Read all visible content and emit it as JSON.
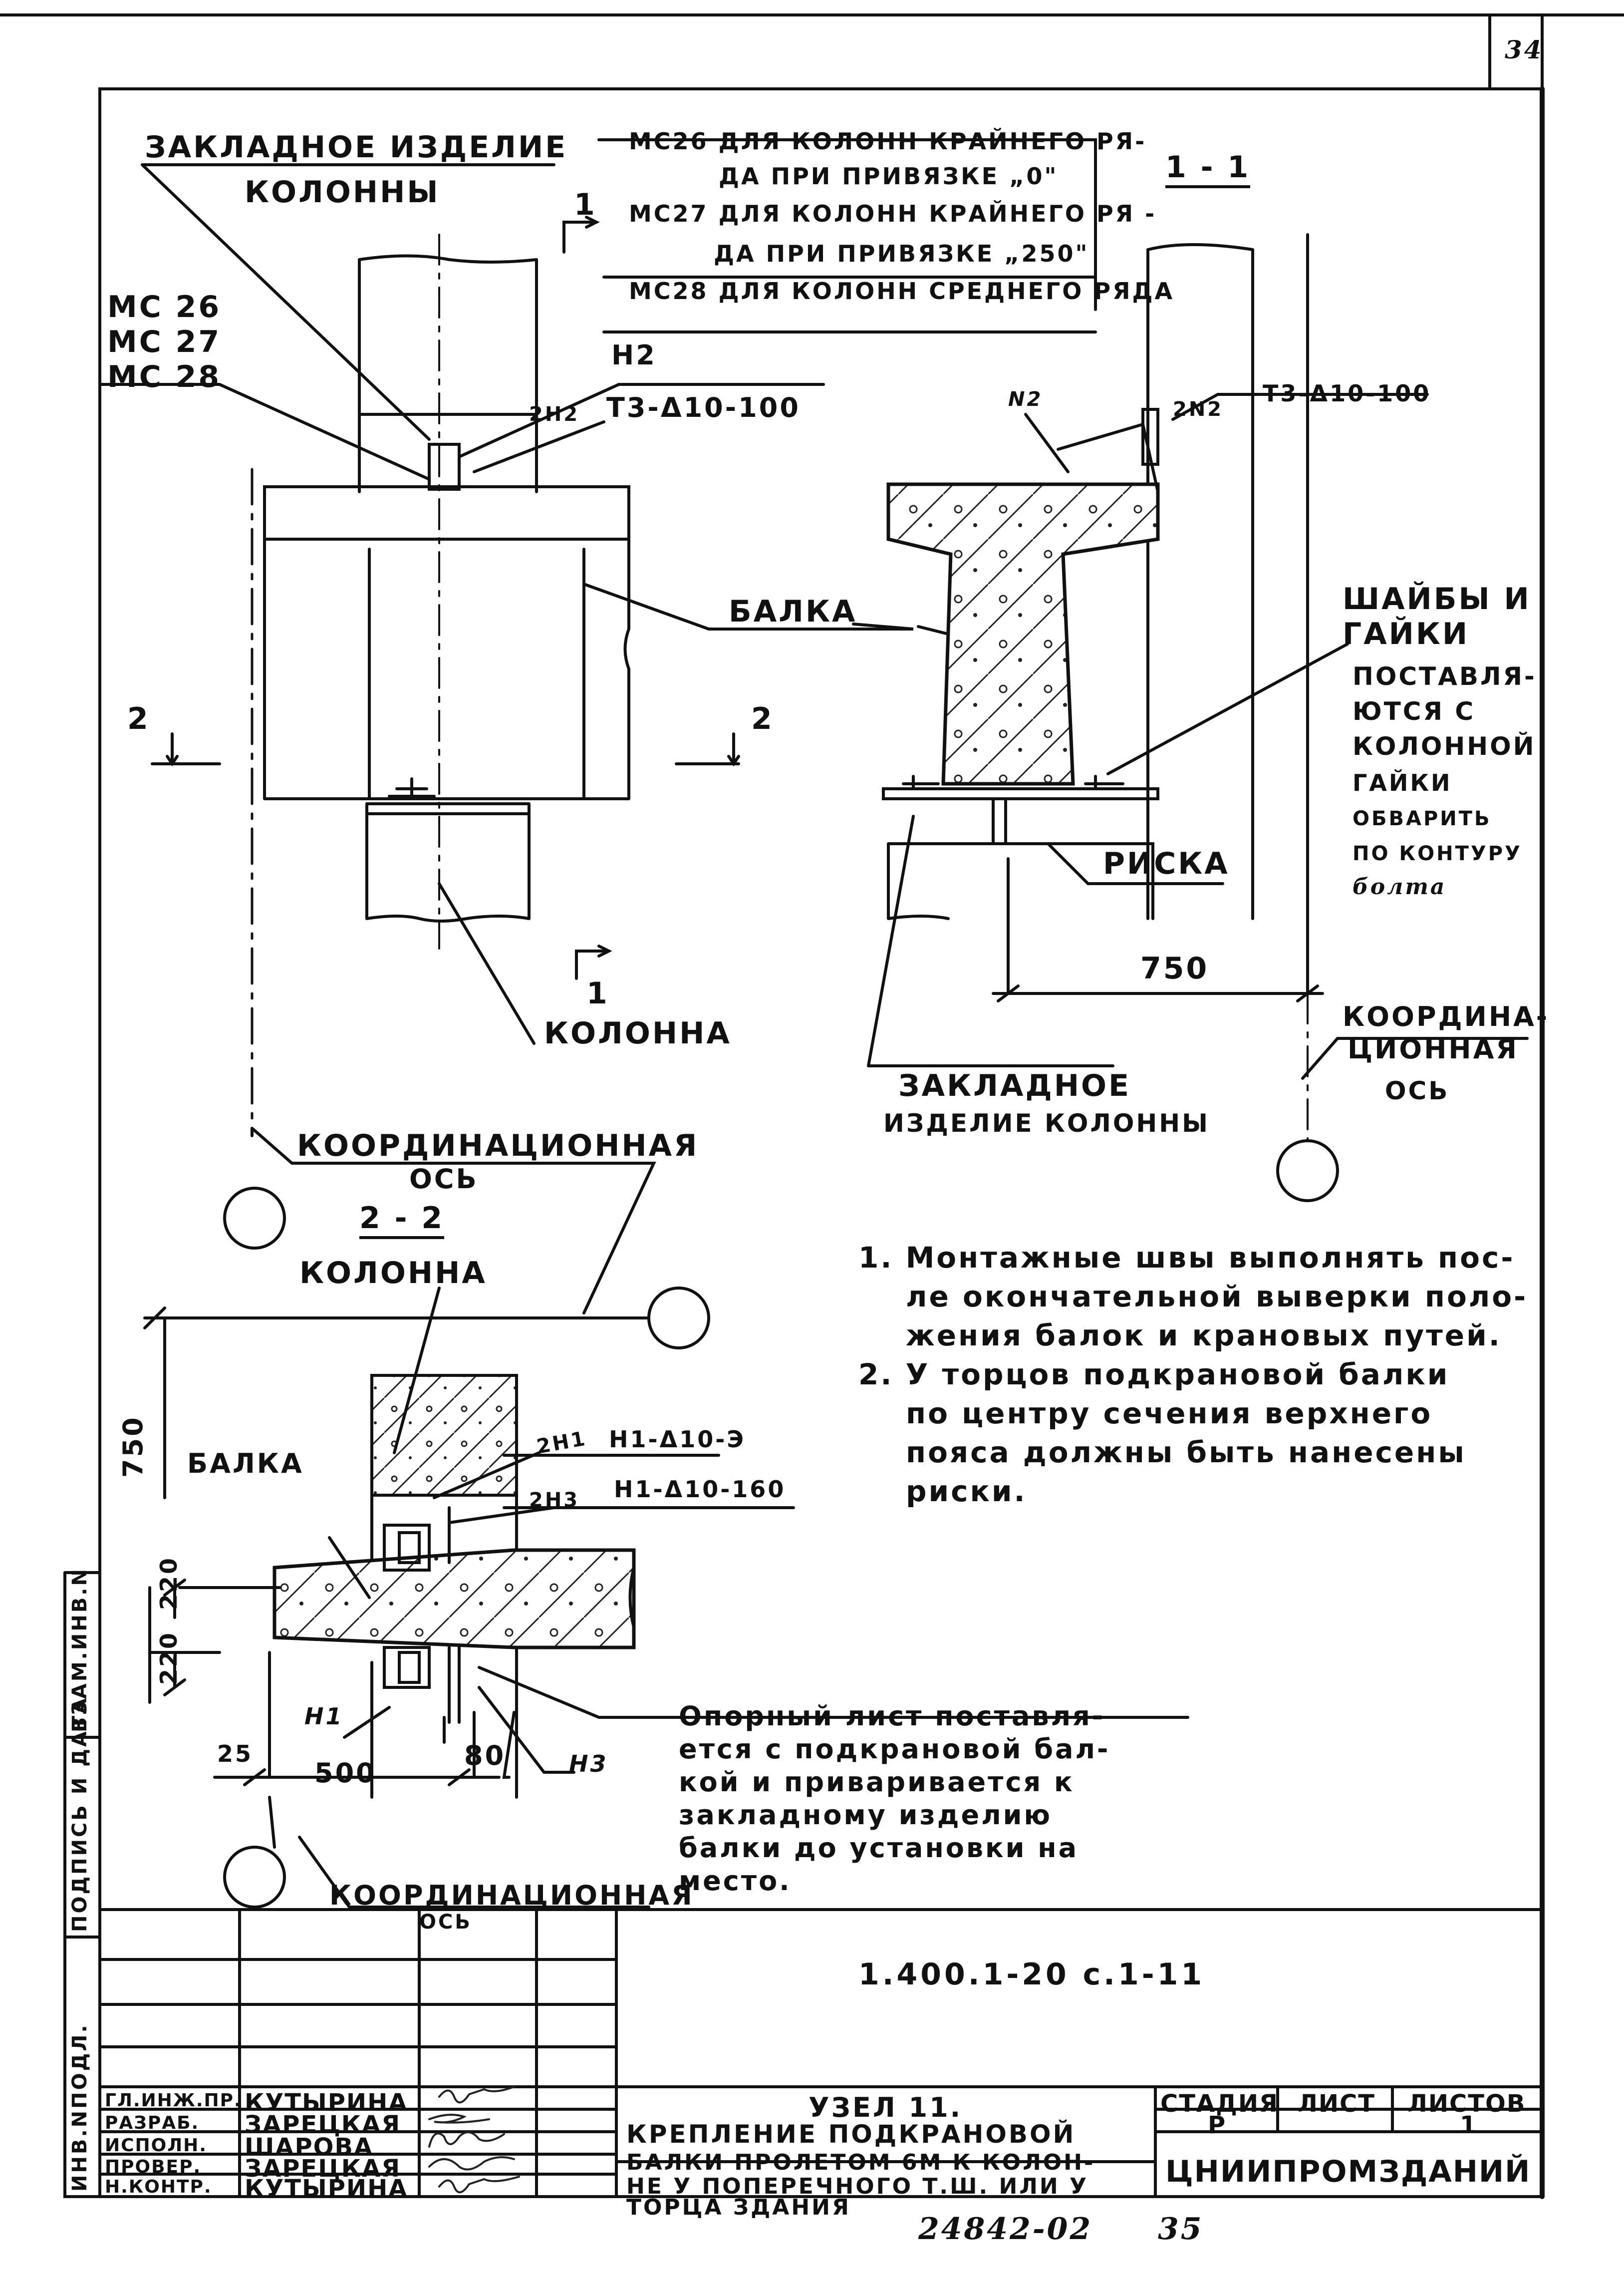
{
  "sheet_corner_number": "34",
  "bottom_stamp": {
    "number": "24842-02",
    "page": "35"
  },
  "elevation": {
    "embed_label_1": "Закладное изделие",
    "embed_label_2": "колонны",
    "mc_items": [
      "МС 26",
      "МС 27",
      "МС 28"
    ],
    "mc_notes": [
      "МС26 для колонн крайнего ря-",
      "да при привязке „0\"",
      "МС27 для колонн крайнего ря -",
      "да при привязке „250\"",
      "МС28 для колонн среднего ряда"
    ],
    "cut_1_top": "1",
    "cut_1_bottom": "1",
    "n2": "Н2",
    "weld": "2Н2",
    "weld_spec": "Т3-Δ10-100",
    "beam": "Балка",
    "column": "Колонна",
    "cut_2_left": "2",
    "cut_2_right": "2",
    "coord_axis_1": "Координационная",
    "coord_axis_2": "ось"
  },
  "section_1_1": {
    "title": "1 - 1",
    "n2": "N2",
    "weld": "2N2",
    "weld_spec": "Т3-Δ10-100",
    "washers": [
      "Шайбы и",
      "Гайки"
    ],
    "washers_note": [
      "поставля-",
      "ются с",
      "колонной",
      "гайки",
      "обварить",
      "по контуру"
    ],
    "washers_note_italic": "болта",
    "mark": "Риска",
    "dim": "750",
    "coord": [
      "Координа-",
      "ционная",
      "ось"
    ],
    "embed": [
      "Закладное",
      "изделие колонны"
    ]
  },
  "section_2_2": {
    "title": "2 - 2",
    "column": "Колонна",
    "beam": "Балка",
    "dim_750": "750",
    "dim_220a": "220",
    "dim_220b": "220",
    "dim_25": "25",
    "dim_500": "500",
    "dim_80": "80",
    "n1": "Н1",
    "n3": "Н3",
    "weld_a": "2Н1",
    "weld_a_spec": "Н1-Δ10-Э",
    "weld_b": "2Н3",
    "weld_b_spec": "Н1-Δ10-160",
    "coord_1": "Координационная",
    "coord_2": "ось",
    "support_note": [
      "Опорный лист поставля-",
      "ется с подкрановой бал-",
      "кой и приваривается к",
      "закладному изделию",
      "балки до установки на",
      "место."
    ]
  },
  "notes": [
    "1.  Монтажные швы выполнять пос-",
    "ле окончательной выверки поло-",
    "жения балок и крановых путей.",
    "2. У торцов подкрановой балки",
    "по центру сечения верхнего",
    "пояса должны быть нанесены",
    "риски."
  ],
  "side_strip": [
    "Инв.Nподл.",
    "Подпись и дата",
    "Взам.инв.N"
  ],
  "title_block": {
    "doc_code": "1.400.1-20 с.1-11",
    "roles": [
      {
        "role": "Гл.инж.пр.",
        "name": "Кутырина"
      },
      {
        "role": "Разраб.",
        "name": "Зарецкая"
      },
      {
        "role": "Исполн.",
        "name": "Шарова"
      },
      {
        "role": "Провер.",
        "name": "Зарецкая"
      },
      {
        "role": "Н.контр.",
        "name": "Кутырина"
      }
    ],
    "title_lines": [
      "Узел 11.",
      "Крепление подкрановой",
      "балки пролетом 6м к колон-",
      "не у поперечного т.ш. или у",
      "торца здания"
    ],
    "stage_header": "Стадия",
    "sheet_header": "Лист",
    "sheets_header": "Листов",
    "stage": "Р",
    "sheet": "",
    "sheets": "1",
    "org": "ЦНИИПромзданий"
  }
}
